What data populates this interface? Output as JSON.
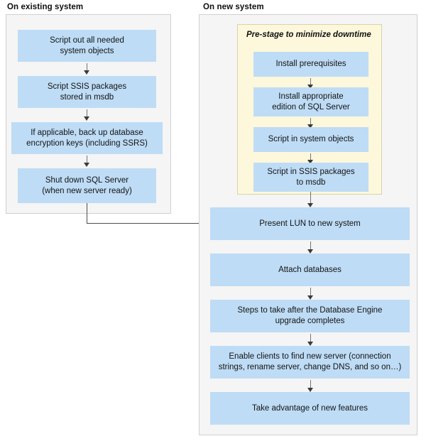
{
  "diagram": {
    "title_existing": "On existing system",
    "title_new": "On new system",
    "prestage_label": "Pre-stage to minimize downtime",
    "colors": {
      "node_fill": "#bedcf5",
      "panel_fill": "#f5f5f5",
      "panel_border": "#d0d0d0",
      "prestage_fill": "#fdf8dc",
      "prestage_border": "#d8d2a8",
      "connector": "#737373",
      "text": "#141414"
    },
    "existing_nodes": [
      {
        "line1": "Script out all needed",
        "line2": "system objects"
      },
      {
        "line1": "Script SSIS packages",
        "line2": "stored in msdb"
      },
      {
        "line1": "If applicable, back up database",
        "line2": "encryption keys (including SSRS)"
      },
      {
        "line1": "Shut down SQL Server",
        "line2": "(when new server ready)"
      }
    ],
    "prestage_nodes": [
      {
        "line1": "Install prerequisites",
        "line2": ""
      },
      {
        "line1": "Install appropriate",
        "line2": "edition of SQL Server"
      },
      {
        "line1": "Script in system objects",
        "line2": ""
      },
      {
        "line1": "Script in SSIS packages",
        "line2": "to msdb"
      }
    ],
    "new_nodes": [
      {
        "line1": "Present LUN to new system",
        "line2": ""
      },
      {
        "line1": "Attach databases",
        "line2": ""
      },
      {
        "line1": "Steps to take after the Database Engine",
        "line2": "upgrade completes"
      },
      {
        "line1": "Enable clients to find new server (connection",
        "line2": "strings, rename server, change DNS, and so on…)"
      },
      {
        "line1": "Take advantage of new features",
        "line2": ""
      }
    ],
    "cross_connector": {
      "from": "Shut down SQL Server (when new server ready)",
      "to": "Present LUN to new system"
    }
  }
}
